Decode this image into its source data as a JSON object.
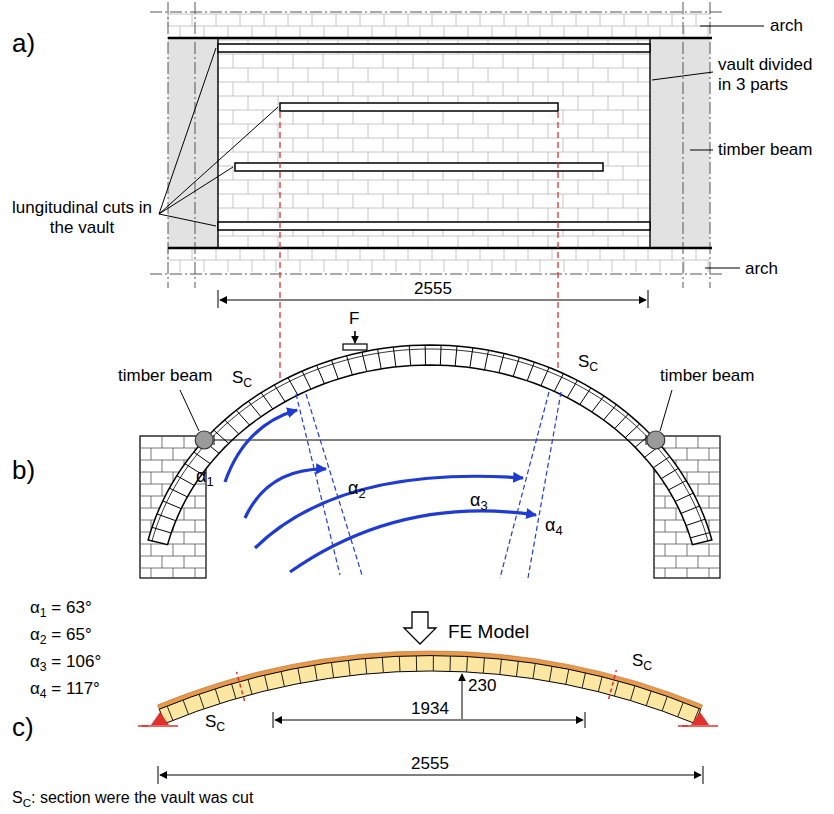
{
  "diagram": {
    "labels": [
      "a)",
      "arch",
      "vault divided in 3 parts",
      "timber beam",
      "lungitudinal cuts in the vault",
      "arch",
      "2555",
      "b)",
      "timber beam",
      "SC",
      "F",
      "SC",
      "timber beam",
      "α1",
      "α2",
      "α3",
      "α4",
      "α1 = 63°",
      "α2 = 65°",
      "α3 = 106°",
      "α4 = 117°",
      "FE Model",
      "c)",
      "SC",
      "1934",
      "230",
      "SC",
      "2555",
      "SC: section were the vault was cut"
    ]
  }
}
